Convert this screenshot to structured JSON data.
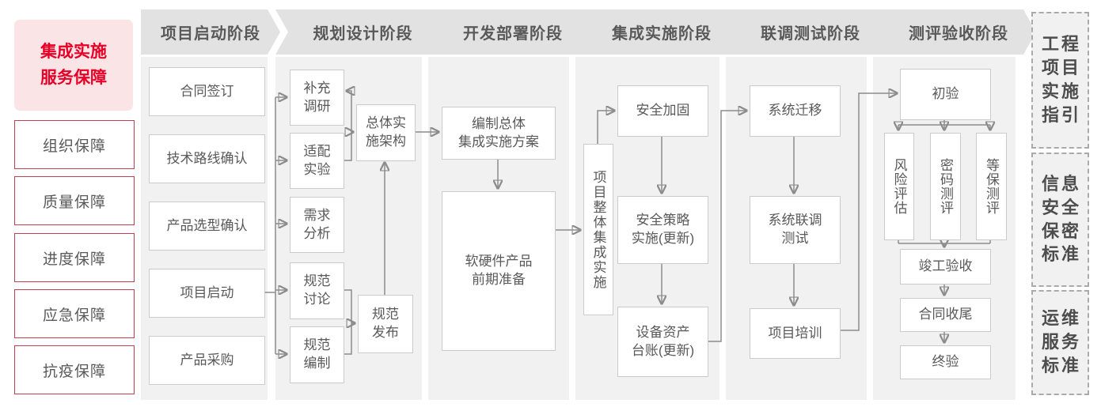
{
  "palette": {
    "accent_red": "#e60027",
    "guarantee_border_red": "#c24052",
    "title_bg_pink": "#fbe4e6",
    "header_bg": "#e2e2e2",
    "column_bg": "#f1f1f1",
    "box_border": "#cbcbcb",
    "text_gray": "#595959",
    "connector_gray": "#8c8c8c",
    "dashed_border_gray": "#aaaaaa"
  },
  "sidebar": {
    "title": "集成实施\n服务保障",
    "items": [
      "组织保障",
      "质量保障",
      "进度保障",
      "应急保障",
      "抗疫保障"
    ]
  },
  "phases": [
    {
      "header": "项目启动阶段",
      "boxes": [
        "合同签订",
        "技术路线确认",
        "产品选型确认",
        "项目启动",
        "产品采购"
      ]
    },
    {
      "header": "规划设计阶段",
      "boxes": [
        "补充\n调研",
        "适配\n实验",
        "需求\n分析",
        "规范\n讨论",
        "规范\n编制",
        "总体实\n施架构",
        "规范\n发布"
      ]
    },
    {
      "header": "开发部署阶段",
      "boxes": [
        "编制总体\n集成实施方案",
        "软硬件产品\n前期准备"
      ]
    },
    {
      "header": "集成实施阶段",
      "boxes": [
        "项目整体集成实施",
        "安全加固",
        "安全策略\n实施(更新)",
        "设备资产\n台账(更新)"
      ]
    },
    {
      "header": "联调测试阶段",
      "boxes": [
        "系统迁移",
        "系统联调\n测试",
        "项目培训"
      ]
    },
    {
      "header": "测评验收阶段",
      "boxes": [
        "初验",
        "风险评估",
        "密码测评",
        "等保测评",
        "竣工验收",
        "合同收尾",
        "终验"
      ]
    }
  ],
  "standards": [
    {
      "label": "工程项目实施指引",
      "rows": [
        "工程",
        "项目",
        "实施",
        "指引"
      ]
    },
    {
      "label": "信息安全保密标准",
      "rows": [
        "信息",
        "安全",
        "保密",
        "标准"
      ]
    },
    {
      "label": "运维服务标准",
      "rows": [
        "运维",
        "服务",
        "标准"
      ]
    }
  ]
}
